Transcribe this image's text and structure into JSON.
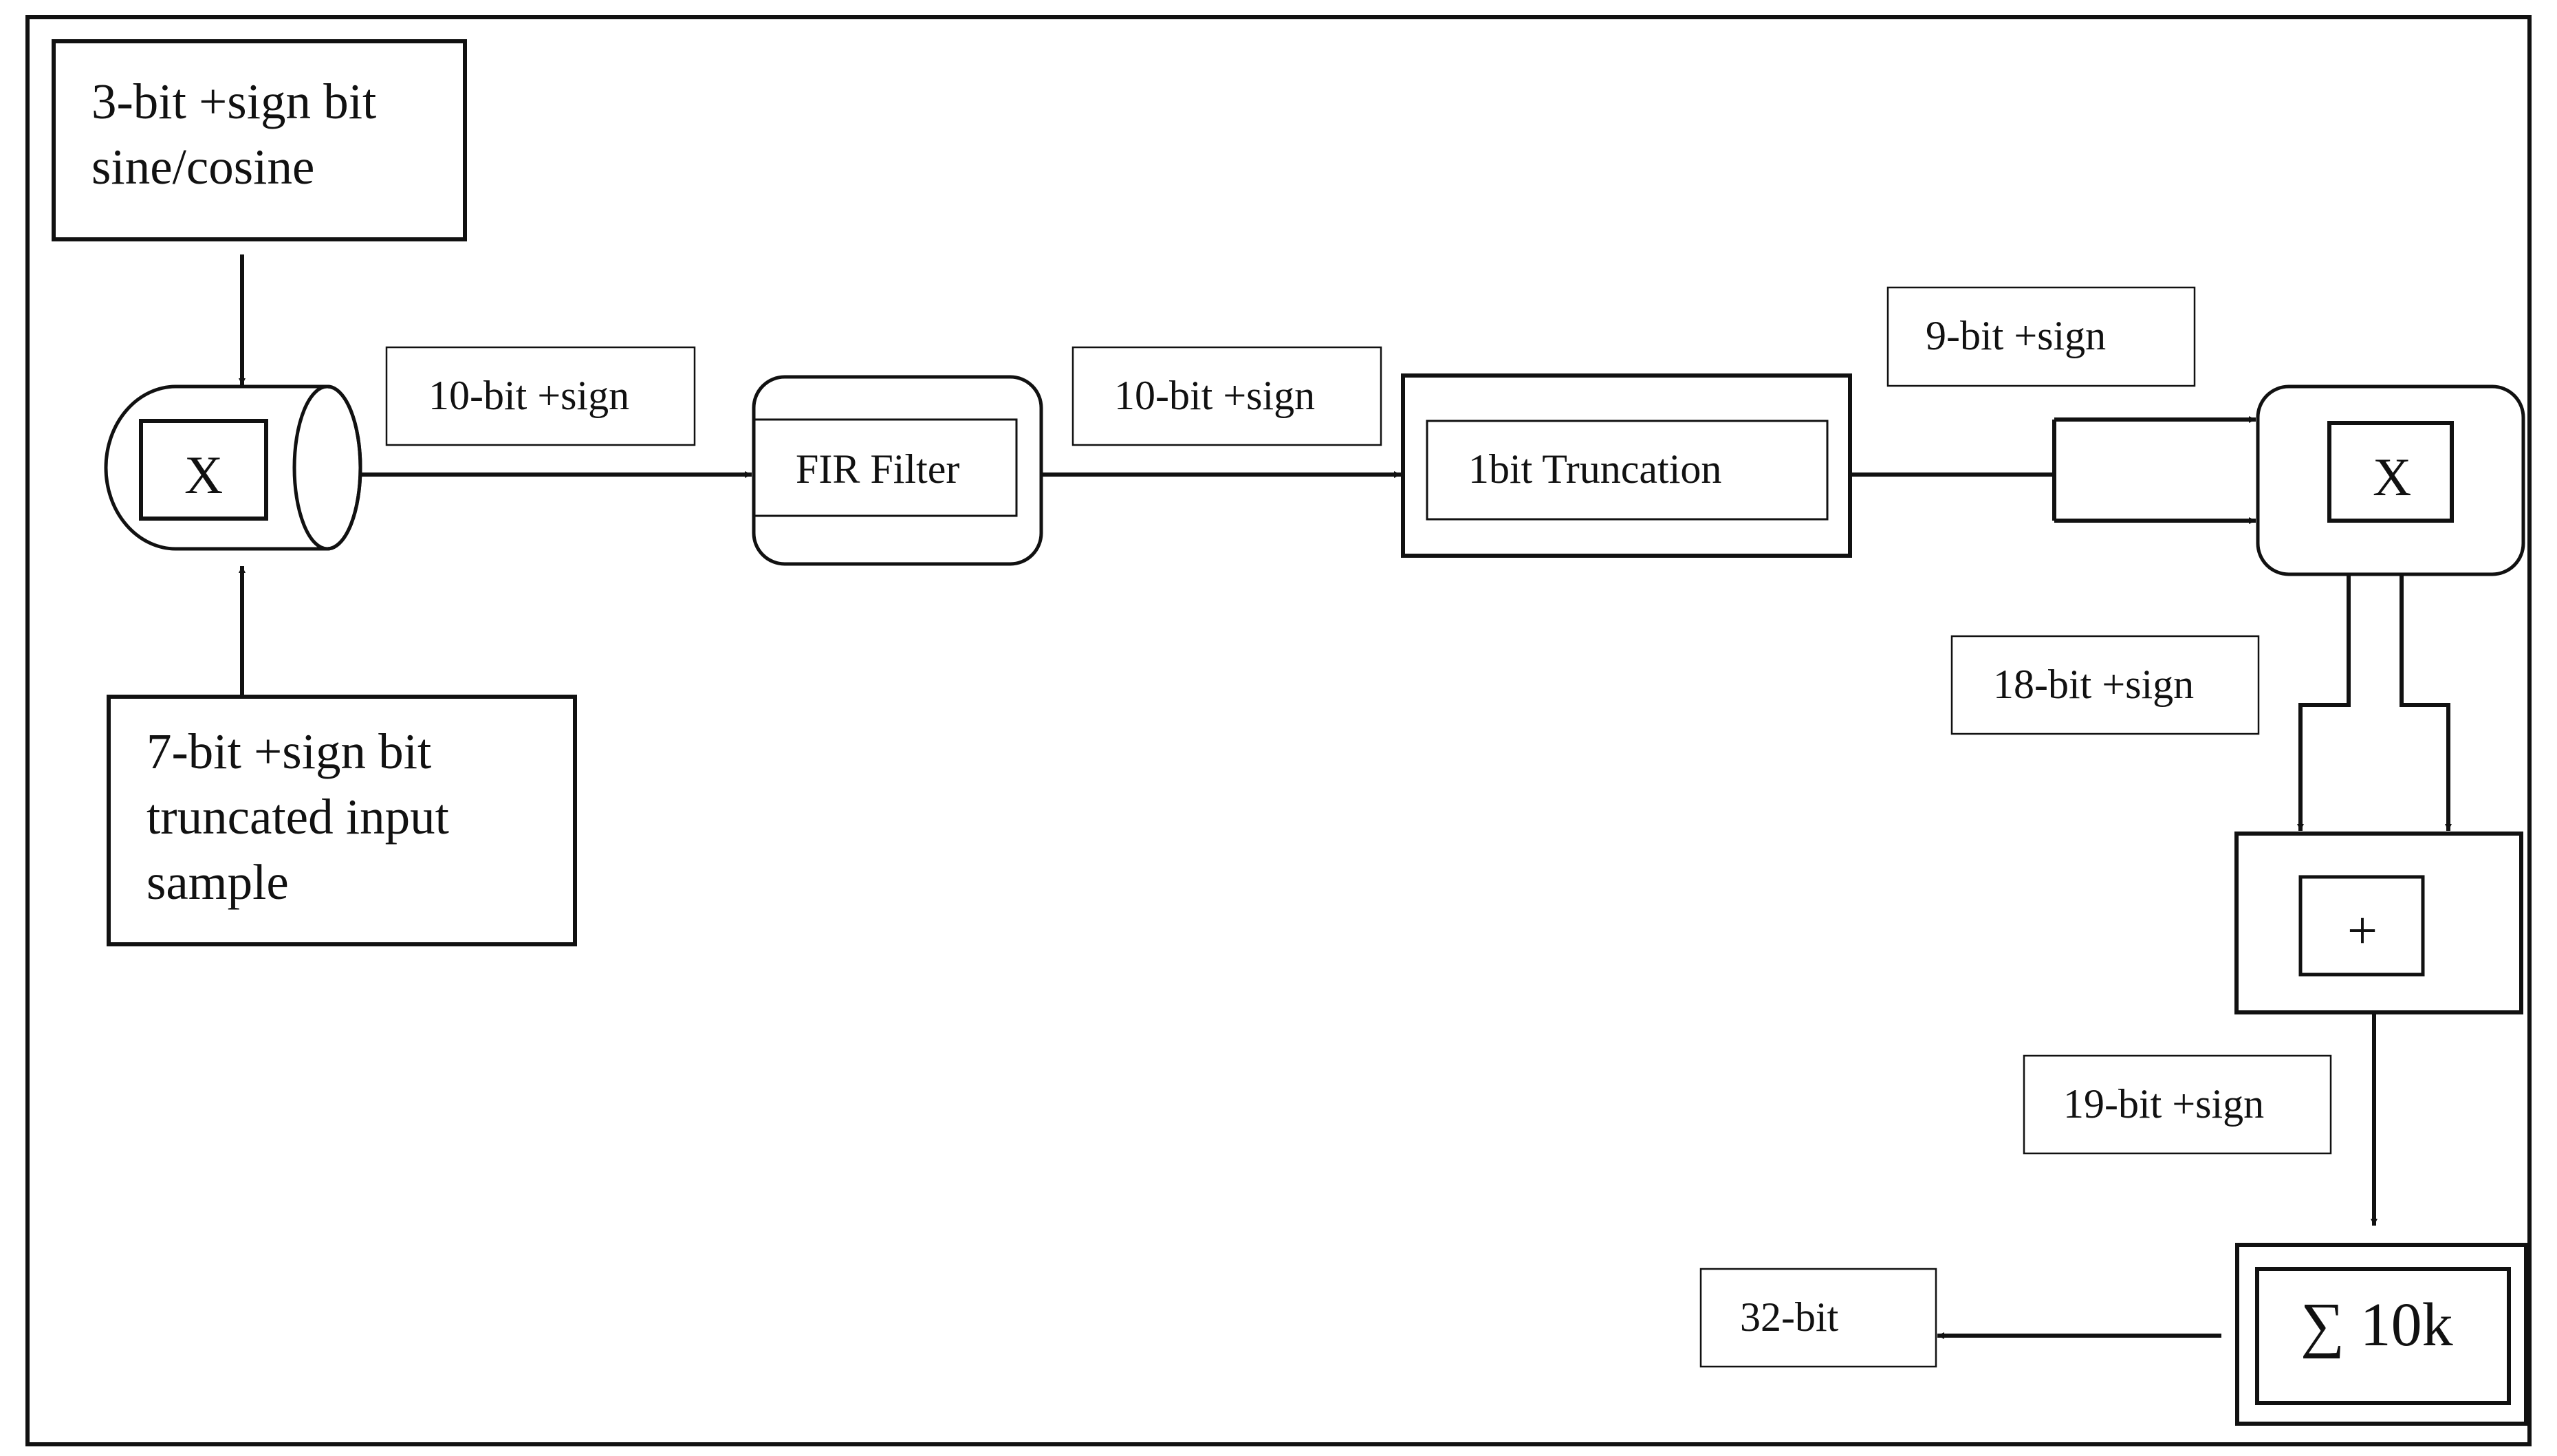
{
  "blocks": {
    "sine_cosine_source": {
      "lines": [
        "3-bit +sign bit",
        "sine/cosine"
      ]
    },
    "input_sample_source": {
      "lines": [
        "7-bit +sign bit",
        "truncated input",
        "sample"
      ]
    },
    "mixer": {
      "symbol": "X"
    },
    "fir_filter": {
      "label": "FIR Filter"
    },
    "truncation": {
      "label": "1bit Truncation"
    },
    "multiplier": {
      "symbol": "X"
    },
    "adder": {
      "symbol": "+"
    },
    "accumulator": {
      "symbol": "∑ 10k"
    }
  },
  "bit_labels": {
    "mixer_to_fir": "10-bit +sign",
    "fir_to_truncation": "10-bit +sign",
    "truncation_to_multiplier": "9-bit +sign",
    "multiplier_to_adder": "18-bit +sign",
    "adder_to_accumulator": "19-bit +sign",
    "output": "32-bit"
  },
  "colors": {
    "stroke": "#111111",
    "background": "#ffffff"
  }
}
